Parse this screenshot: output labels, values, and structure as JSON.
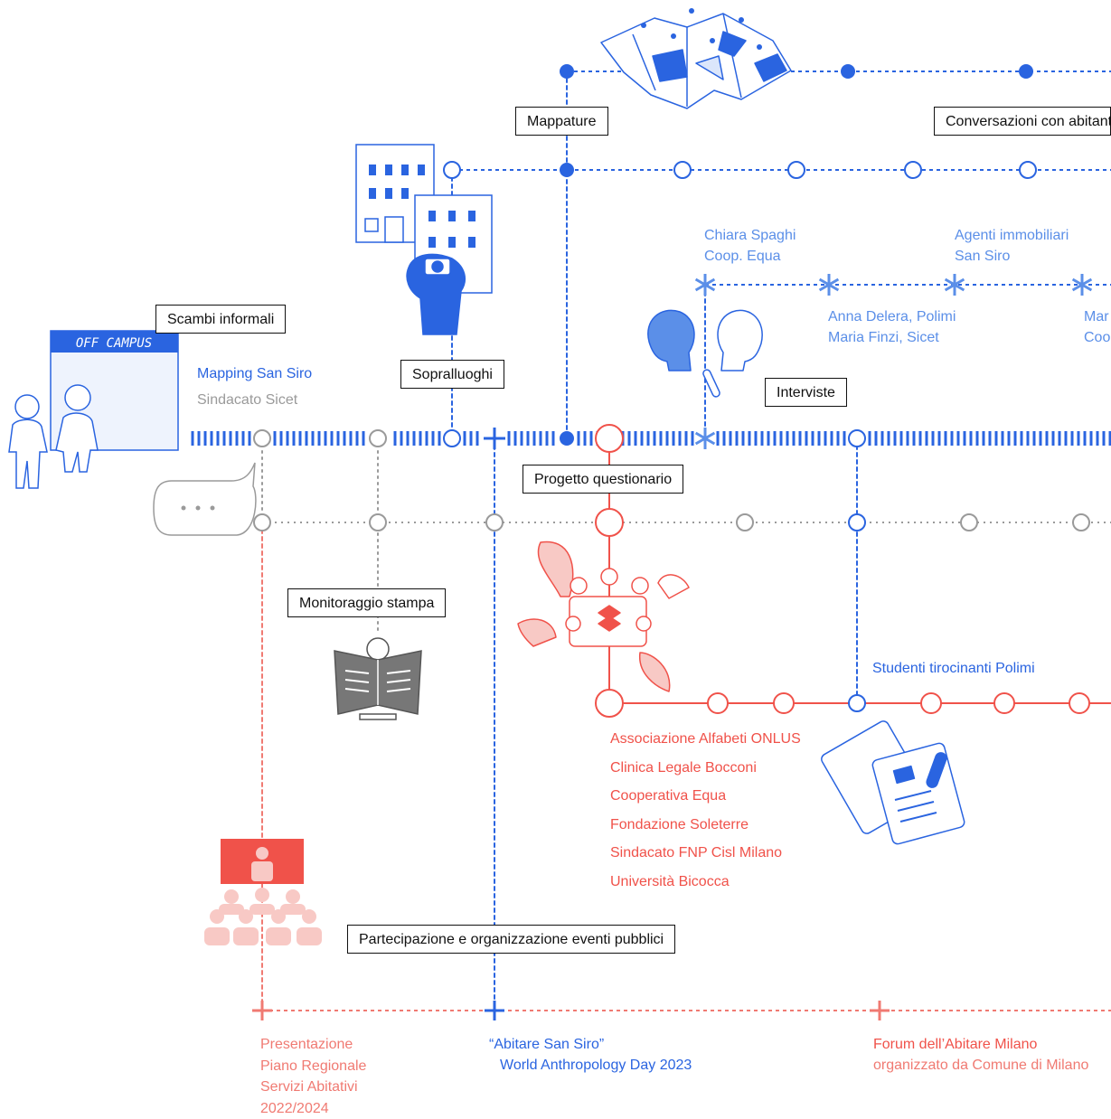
{
  "colors": {
    "blue": "#2a64e0",
    "light_blue": "#5b8fe8",
    "gray": "#9a9a9a",
    "red": "#f0524a",
    "pink": "#f07a72"
  },
  "boxes": {
    "mappature": "Mappature",
    "conversazioni": "Conversazioni con abitanti",
    "scambi": "Scambi informali",
    "sopralluoghi": "Sopralluoghi",
    "interviste": "Interviste",
    "questionario": "Progetto questionario",
    "monitoraggio": "Monitoraggio stampa",
    "eventi": "Partecipazione e organizzazione eventi pubblici"
  },
  "signs": {
    "off_campus": "OFF CAMPUS"
  },
  "labels": {
    "mapping_san_siro": "Mapping San Siro",
    "sindacato_sicet": "Sindacato Sicet",
    "chiara_1": "Chiara Spaghi",
    "chiara_2": "Coop. Equa",
    "agenti_1": "Agenti immobiliari",
    "agenti_2": "San Siro",
    "anna_1": "Anna Delera, Polimi",
    "anna_2": "Maria Finzi, Sicet",
    "mar_1": "Mar",
    "mar_2": "Coo",
    "studenti": "Studenti tirocinanti Polimi"
  },
  "partners": [
    "Associazione Alfabeti ONLUS",
    "Clinica Legale Bocconi",
    "Cooperativa Equa",
    "Fondazione Soleterre",
    "Sindacato FNP Cisl Milano",
    "Università Bicocca"
  ],
  "events": {
    "presentazione": [
      "Presentazione",
      "Piano Regionale",
      "Servizi Abitativi",
      "2022/2024"
    ],
    "abitare_1": "“Abitare San Siro”",
    "abitare_2": "World Anthropology Day 2023",
    "forum_1": "Forum dell’Abitare Milano",
    "forum_2": "organizzato da Comune di Milano"
  },
  "icons": [
    "folded-map-icon",
    "buildings-icon",
    "photographer-icon",
    "people-talking-icon",
    "speech-bubble-icon",
    "newspaper-reader-icon",
    "meeting-table-icon",
    "documents-icon",
    "presentation-audience-icon",
    "off-campus-sign-icon"
  ]
}
